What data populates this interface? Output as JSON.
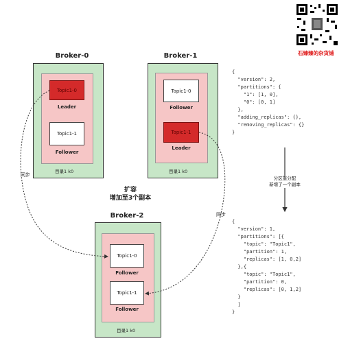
{
  "brokers": [
    {
      "title": "Broker-0",
      "dir": "目录1 k0",
      "topics": [
        {
          "name": "Topic1-0",
          "role": "Leader"
        },
        {
          "name": "Topic1-1",
          "role": "Follower"
        }
      ]
    },
    {
      "title": "Broker-1",
      "dir": "目录1 k0",
      "topics": [
        {
          "name": "Topic1-0",
          "role": "Follower"
        },
        {
          "name": "Topic1-1",
          "role": "Leader"
        }
      ]
    },
    {
      "title": "Broker-2",
      "dir": "目录1 k0",
      "topics": [
        {
          "name": "Topic1-0",
          "role": "Follower"
        },
        {
          "name": "Topic1-1",
          "role": "Follower"
        }
      ]
    }
  ],
  "center_label": {
    "line1": "扩容",
    "line2": "增加至3个副本"
  },
  "sync_label": "同步",
  "note": {
    "line1": "分区重分配",
    "line2": "新增了一个副本"
  },
  "brand": "石臻臻的杂货铺",
  "json_before": [
    "{",
    "  \"version\": 2,",
    "  \"partitions\": {",
    "    \"1\": [1, 0],",
    "    \"0\": [0, 1]",
    "  },",
    "  \"adding_replicas\": {},",
    "  \"removing_replicas\": {}",
    "}"
  ],
  "json_after": [
    "{",
    "  \"version\": 1,",
    "  \"partitions\": [{",
    "    \"topic\": \"Topic1\",",
    "    \"partition\": 1,",
    "    \"replicas\": [1, 0,2]",
    "  },{",
    "    \"topic\": \"Topic1\",",
    "    \"partition\": 0,",
    "    \"replicas\": [0, 1,2]",
    "  }",
    "  ]",
    "}"
  ]
}
